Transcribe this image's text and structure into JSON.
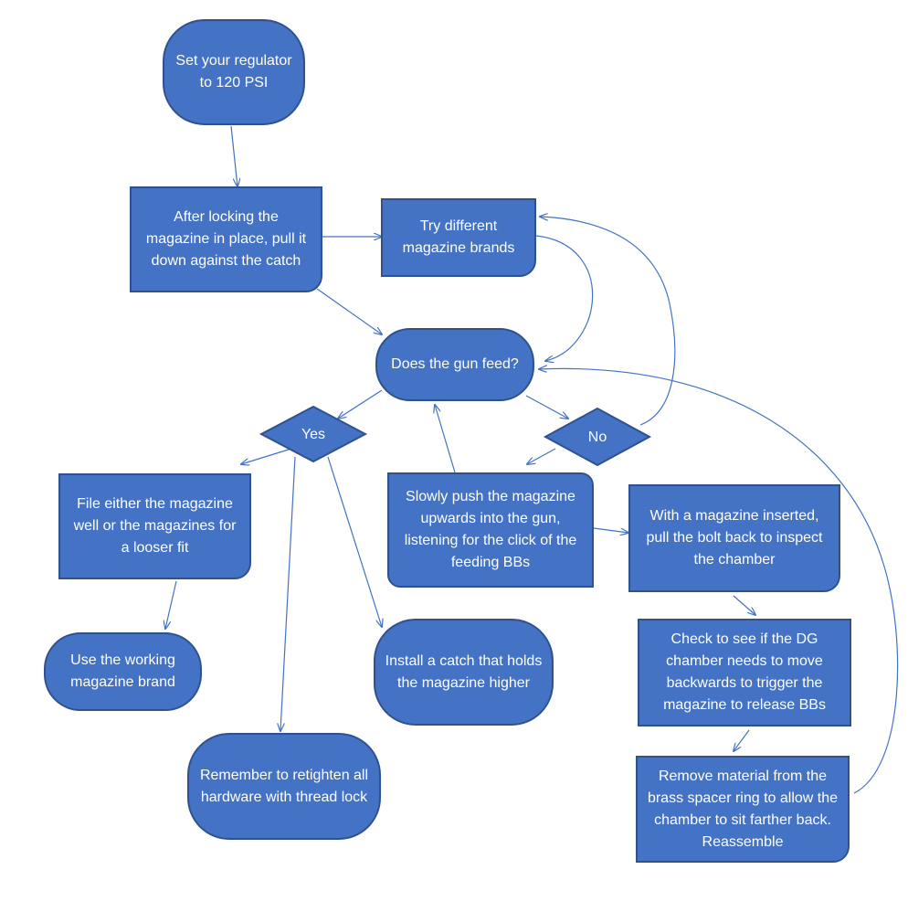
{
  "colors": {
    "fill": "#4472c4",
    "border": "#2f528f",
    "text": "#ffffff",
    "connector": "#4472c4",
    "background": "#ffffff"
  },
  "nodes": {
    "set_regulator": {
      "shape": "terminal",
      "text": "Set your regulator to 120 PSI"
    },
    "after_locking": {
      "shape": "process",
      "text": "After locking the magazine in place, pull it down against the catch"
    },
    "try_brands": {
      "shape": "process",
      "text": "Try different magazine brands"
    },
    "does_feed": {
      "shape": "terminal",
      "text": "Does the gun feed?"
    },
    "yes": {
      "shape": "decision",
      "text": "Yes"
    },
    "no": {
      "shape": "decision",
      "text": "No"
    },
    "file_magazine": {
      "shape": "process",
      "text": "File either the magazine well or the magazines for a looser fit"
    },
    "use_working": {
      "shape": "terminal",
      "text": "Use the working magazine brand"
    },
    "remember": {
      "shape": "terminal",
      "text": "Remember to retighten all hardware with thread lock"
    },
    "install_catch": {
      "shape": "terminal",
      "text": "Install a catch that holds the magazine higher"
    },
    "slowly_push": {
      "shape": "process",
      "text": "Slowly push the magazine upwards into the gun, listening for the click of the feeding BBs"
    },
    "with_magazine": {
      "shape": "process",
      "text": "With a magazine inserted, pull the bolt back to inspect the chamber"
    },
    "check_dg": {
      "shape": "process",
      "text": "Check to see if the DG chamber needs to move backwards to trigger the magazine to release BBs"
    },
    "remove_material": {
      "shape": "process",
      "text": "Remove material from the brass spacer ring to allow the chamber to sit farther back. Reassemble"
    }
  },
  "connectors": [
    {
      "from": "set_regulator",
      "to": "after_locking"
    },
    {
      "from": "after_locking",
      "to": "try_brands"
    },
    {
      "from": "after_locking",
      "to": "does_feed"
    },
    {
      "from": "try_brands",
      "to": "does_feed"
    },
    {
      "from": "does_feed",
      "to": "yes"
    },
    {
      "from": "does_feed",
      "to": "no"
    },
    {
      "from": "yes",
      "to": "file_magazine"
    },
    {
      "from": "yes",
      "to": "remember"
    },
    {
      "from": "yes",
      "to": "install_catch"
    },
    {
      "from": "no",
      "to": "slowly_push"
    },
    {
      "from": "no",
      "to": "try_brands"
    },
    {
      "from": "slowly_push",
      "to": "does_feed"
    },
    {
      "from": "slowly_push",
      "to": "with_magazine"
    },
    {
      "from": "file_magazine",
      "to": "use_working"
    },
    {
      "from": "with_magazine",
      "to": "check_dg"
    },
    {
      "from": "check_dg",
      "to": "remove_material"
    },
    {
      "from": "remove_material",
      "to": "does_feed"
    }
  ]
}
